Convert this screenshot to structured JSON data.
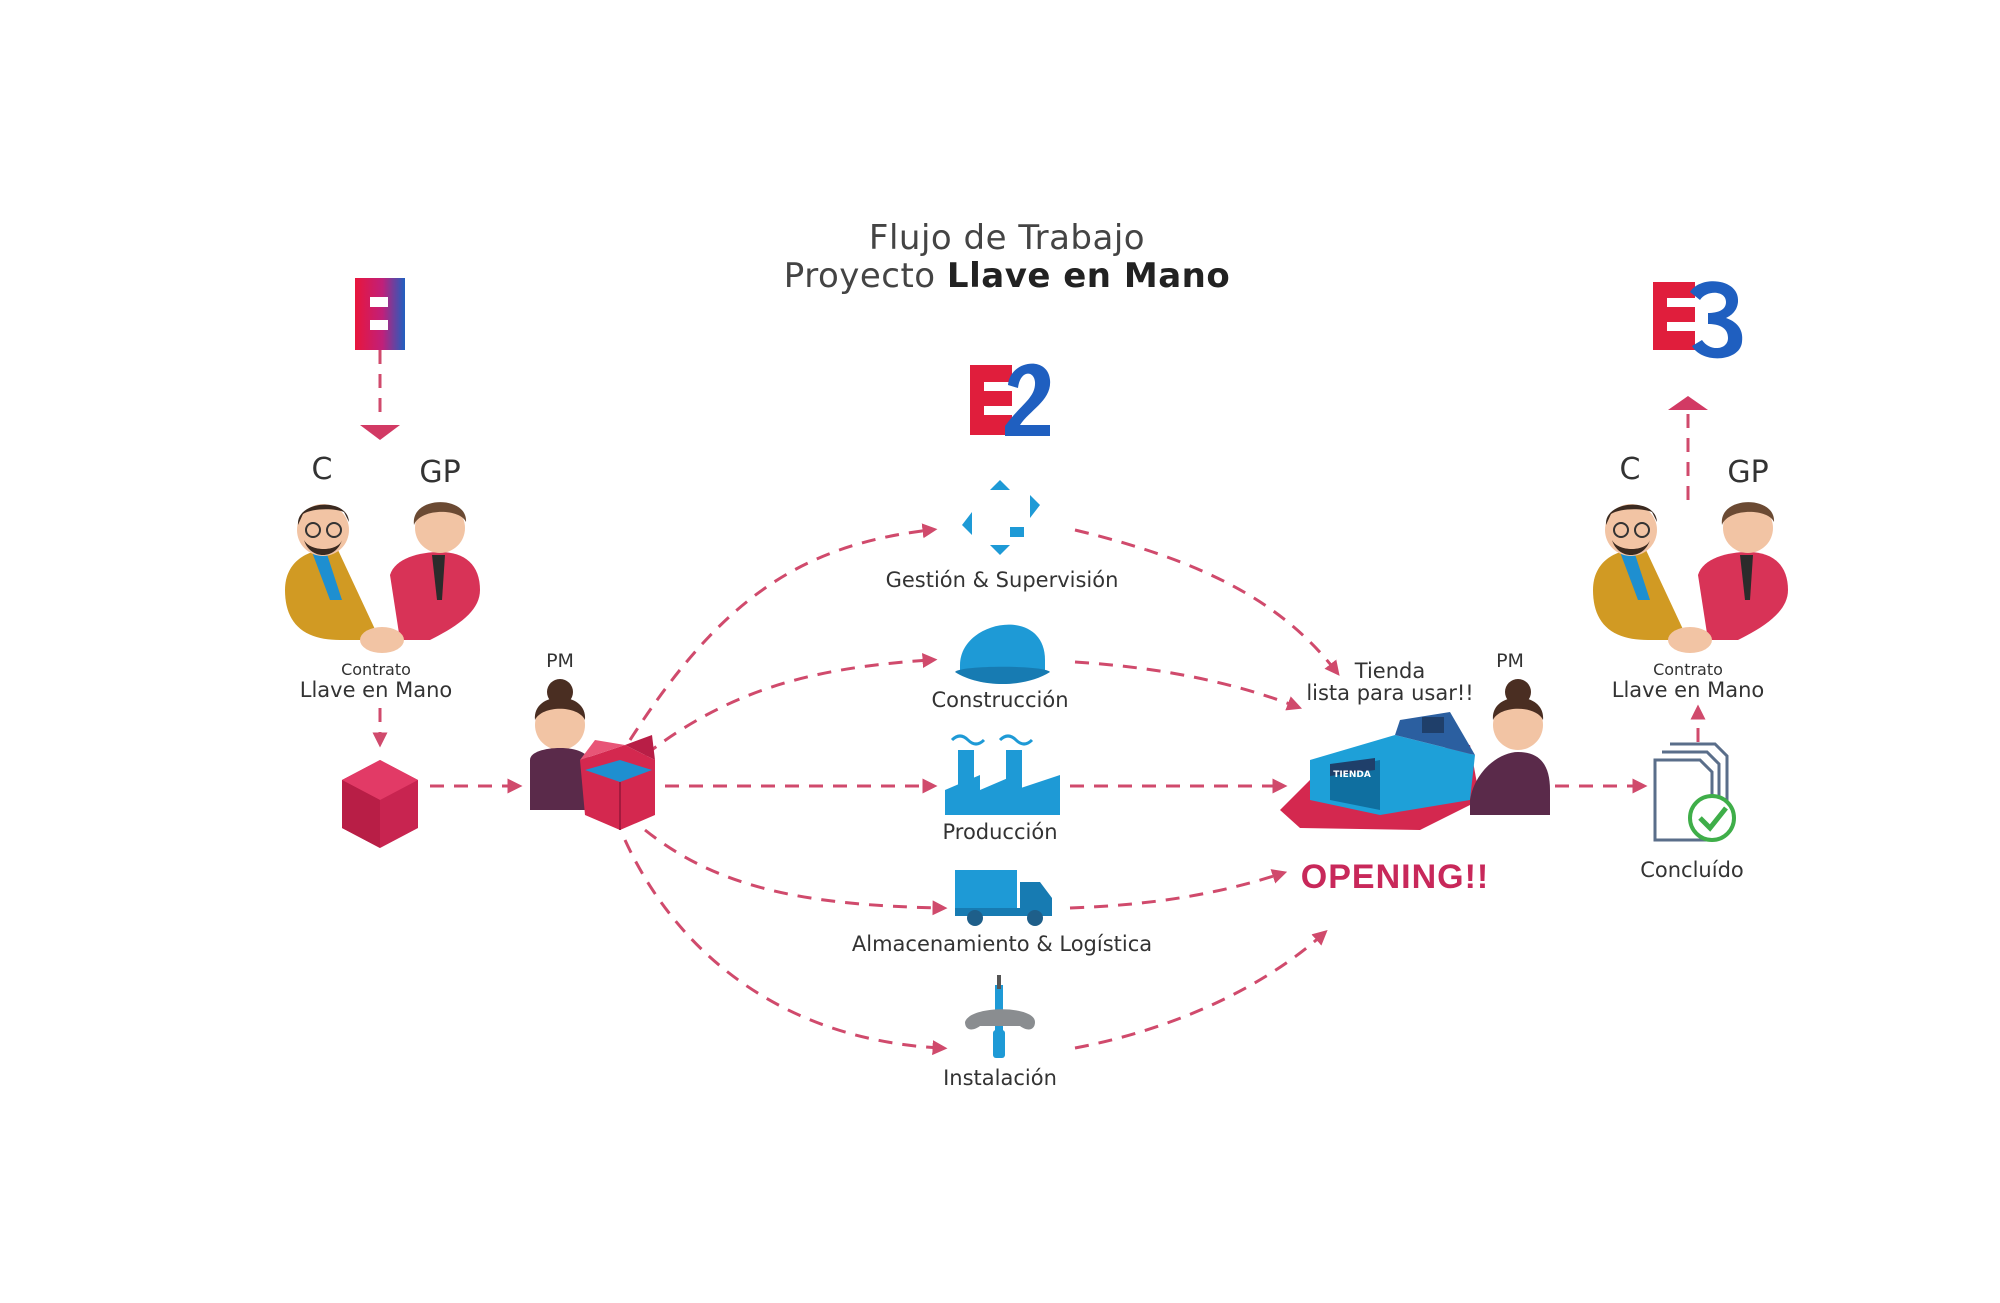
{
  "title": {
    "line1": "Flujo de Trabajo",
    "line2_prefix": "Proyecto ",
    "line2_bold": "Llave en Mano"
  },
  "stages": {
    "e1": "E1",
    "e2": "E2",
    "e3": "E3"
  },
  "left": {
    "client_label": "C",
    "gp_label": "GP",
    "contract_small": "Contrato",
    "contract_main": "Llave en Mano",
    "pm_label": "PM"
  },
  "steps": [
    {
      "label": "Gestión & Supervisión",
      "icon": "management-icon"
    },
    {
      "label": "Construcción",
      "icon": "helmet-icon"
    },
    {
      "label": "Producción",
      "icon": "factory-icon"
    },
    {
      "label": "Almacenamiento & Logística",
      "icon": "truck-icon"
    },
    {
      "label": "Instalación",
      "icon": "tools-icon"
    }
  ],
  "right": {
    "store_ready": "Tienda\nlista para usar!!",
    "pm_label": "PM",
    "store_sign": "TIENDA",
    "opening": "OPENING!!",
    "client_label": "C",
    "gp_label": "GP",
    "contract_small": "Contrato",
    "contract_main": "Llave en Mano",
    "done_label": "Concluído"
  },
  "colors": {
    "accent": "#d23a64",
    "blue": "#1e8fd0",
    "red": "#e01e3c",
    "navy": "#1f5fae",
    "arrow": "#d04a6c"
  }
}
